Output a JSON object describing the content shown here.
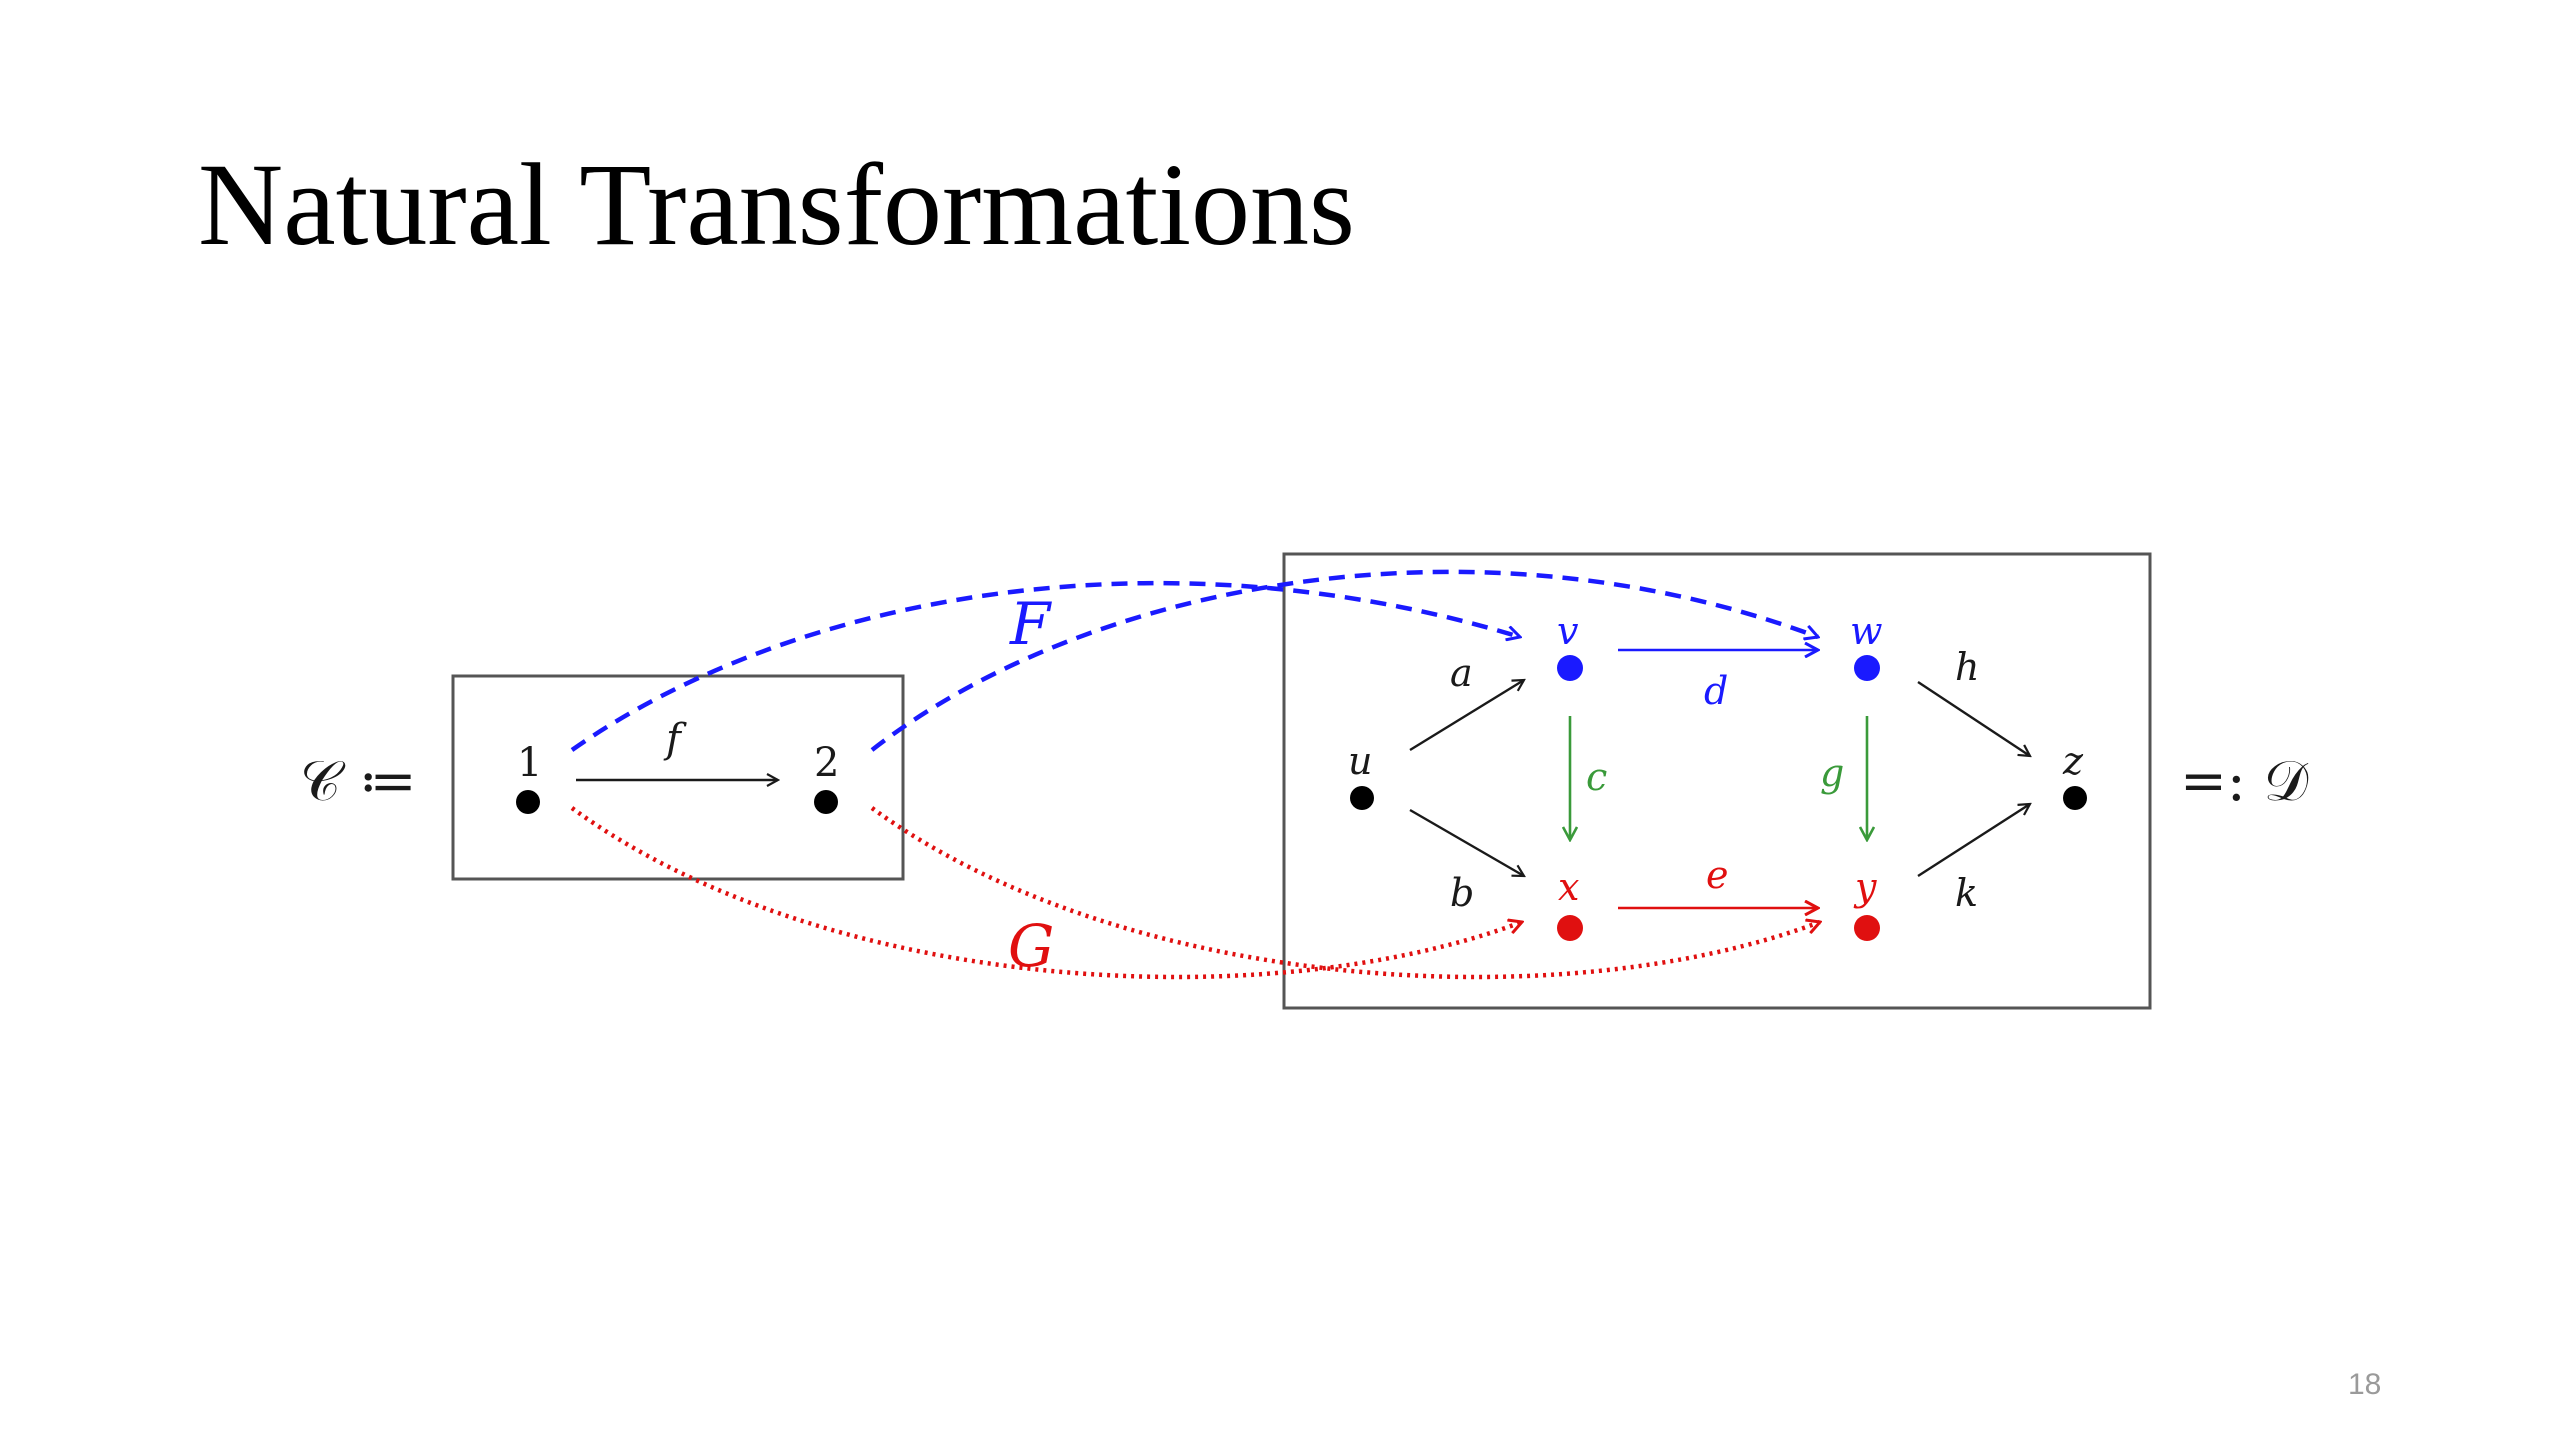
{
  "slide": {
    "title": "Natural Transformations",
    "page_number": "18"
  },
  "diagram": {
    "colors": {
      "F": "#1a1aff",
      "G": "#e01010",
      "commute": "#3a9a3a",
      "neutral": "#1a1a1a",
      "box": "#555555"
    },
    "category_C": {
      "label": "𝒞 ≔",
      "objects": [
        {
          "id": "1",
          "label": "1"
        },
        {
          "id": "2",
          "label": "2"
        }
      ],
      "morphisms": [
        {
          "label": "f",
          "from": "1",
          "to": "2"
        }
      ]
    },
    "category_D": {
      "label": "=: 𝒟",
      "objects": [
        {
          "id": "u",
          "label": "u"
        },
        {
          "id": "v",
          "label": "v"
        },
        {
          "id": "w",
          "label": "w"
        },
        {
          "id": "x",
          "label": "x"
        },
        {
          "id": "y",
          "label": "y"
        },
        {
          "id": "z",
          "label": "z"
        }
      ],
      "morphisms": [
        {
          "label": "a",
          "from": "u",
          "to": "v"
        },
        {
          "label": "b",
          "from": "u",
          "to": "x"
        },
        {
          "label": "c",
          "from": "v",
          "to": "x"
        },
        {
          "label": "d",
          "from": "v",
          "to": "w"
        },
        {
          "label": "e",
          "from": "x",
          "to": "y"
        },
        {
          "label": "g",
          "from": "w",
          "to": "y"
        },
        {
          "label": "h",
          "from": "w",
          "to": "z"
        },
        {
          "label": "k",
          "from": "y",
          "to": "z"
        }
      ]
    },
    "functors": [
      {
        "label": "F",
        "style": "dashed",
        "mapping": {
          "1": "v",
          "2": "w"
        }
      },
      {
        "label": "G",
        "style": "dotted",
        "mapping": {
          "1": "x",
          "2": "y"
        }
      }
    ]
  }
}
